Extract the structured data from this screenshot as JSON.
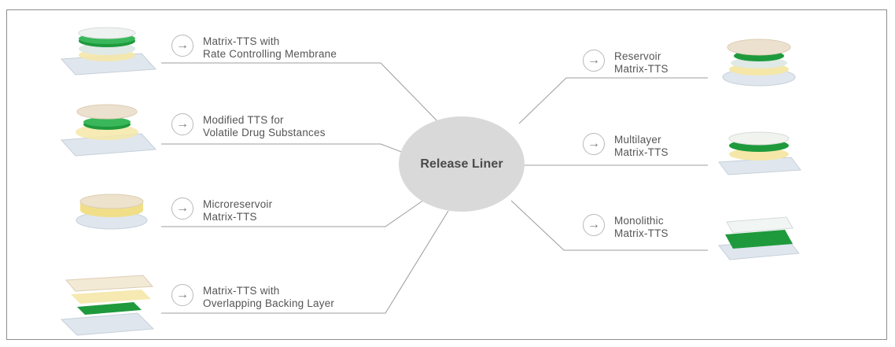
{
  "center": {
    "label": "Release Liner"
  },
  "left_items": [
    {
      "line1": "Matrix-TTS with",
      "line2": "Rate Controlling Membrane",
      "icon": "arrow-right-icon"
    },
    {
      "line1": "Modified TTS for",
      "line2": "Volatile Drug Substances",
      "icon": "arrow-right-icon"
    },
    {
      "line1": "Microreservoir",
      "line2": "Matrix-TTS",
      "icon": "arrow-right-icon"
    },
    {
      "line1": "Matrix-TTS with",
      "line2": "Overlapping Backing Layer",
      "icon": "arrow-right-icon"
    }
  ],
  "right_items": [
    {
      "line1": "Reservoir",
      "line2": "Matrix-TTS",
      "icon": "arrow-right-icon"
    },
    {
      "line1": "Multilayer",
      "line2": "Matrix-TTS",
      "icon": "arrow-right-icon"
    },
    {
      "line1": "Monolithic",
      "line2": "Matrix-TTS",
      "icon": "arrow-right-icon"
    }
  ],
  "colors": {
    "hub": "#d9d9d9",
    "connector": "#9c9c9c",
    "green_layer": "#1e9a3c",
    "yellow_layer": "#f2e3a2",
    "beige_layer": "#e9dcc6",
    "liner": "#d5dde6"
  }
}
